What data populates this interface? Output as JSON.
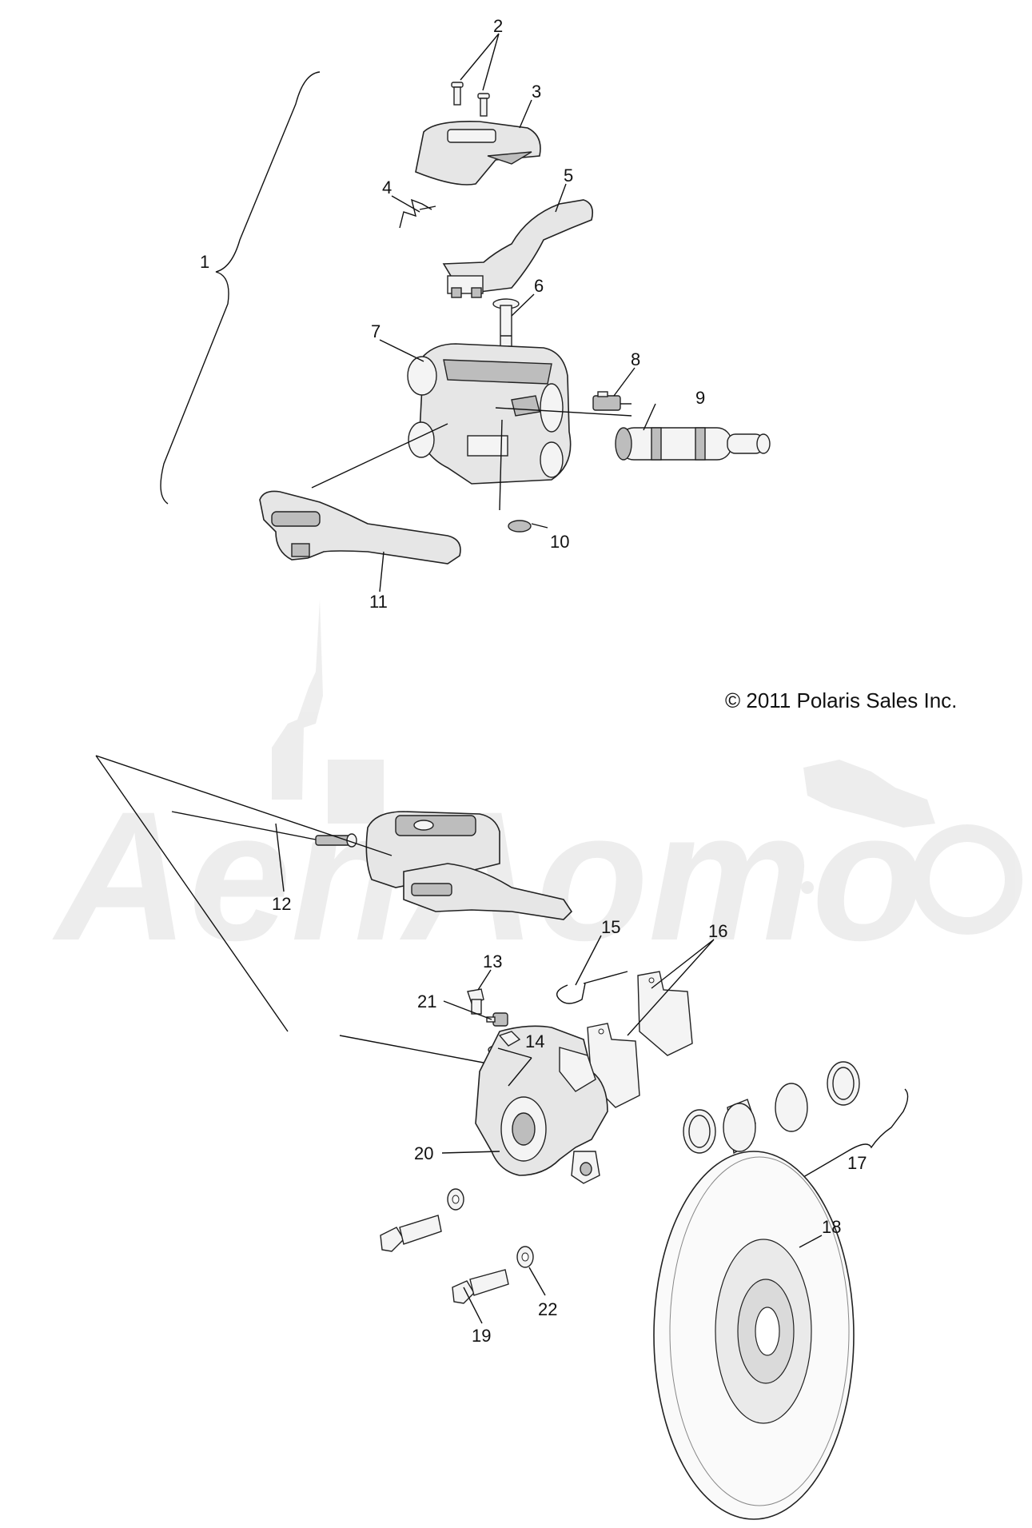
{
  "diagram": {
    "copyright": "© 2011 Polaris Sales Inc.",
    "watermark": "AenAomo",
    "callouts": {
      "c1": "1",
      "c2": "2",
      "c3": "3",
      "c4": "4",
      "c5": "5",
      "c6": "6",
      "c7": "7",
      "c8": "8",
      "c9": "9",
      "c10": "10",
      "c11": "11",
      "c12": "12",
      "c13": "13",
      "c14": "14",
      "c15": "15",
      "c16": "16",
      "c17": "17",
      "c18": "18",
      "c19": "19",
      "c20": "20",
      "c21": "21",
      "c22": "22"
    },
    "icons": [
      "bolt-icon",
      "clamp-cover-icon",
      "spring-icon",
      "lever-icon",
      "pin-icon",
      "master-cylinder-icon",
      "switch-icon",
      "piston-icon",
      "clip-icon",
      "hose-icon",
      "caliper-icon",
      "brake-pad-icon",
      "piston-kit-icon",
      "brake-disc-icon",
      "washer-icon"
    ]
  }
}
